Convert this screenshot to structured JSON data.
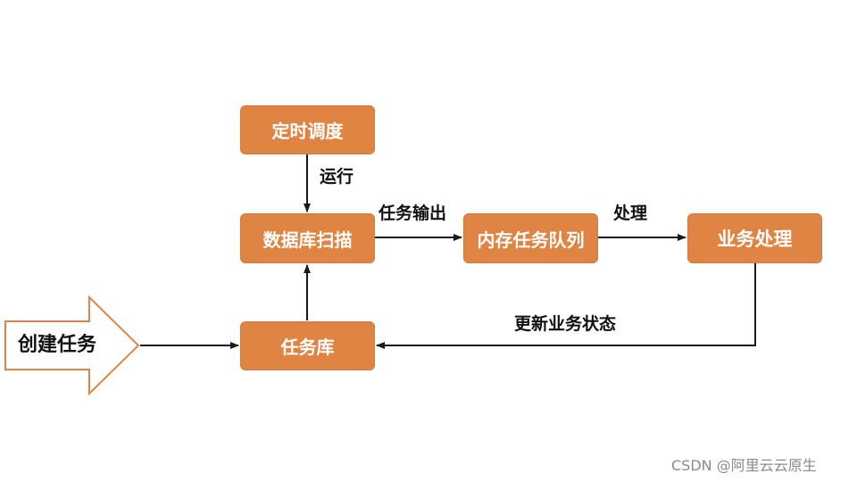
{
  "colors": {
    "box_fill": "#E08444",
    "arrow_outline": "#E08444",
    "line": "#1a1a1a"
  },
  "nodes": {
    "scheduler": "定时调度",
    "db_scan": "数据库扫描",
    "memory_queue": "内存任务队列",
    "business": "业务处理",
    "task_db": "任务库"
  },
  "edges": {
    "run": "运行",
    "task_output": "任务输出",
    "process": "处理",
    "update_status": "更新业务状态"
  },
  "entry": {
    "create_task": "创建任务"
  },
  "watermark": "CSDN @阿里云云原生"
}
